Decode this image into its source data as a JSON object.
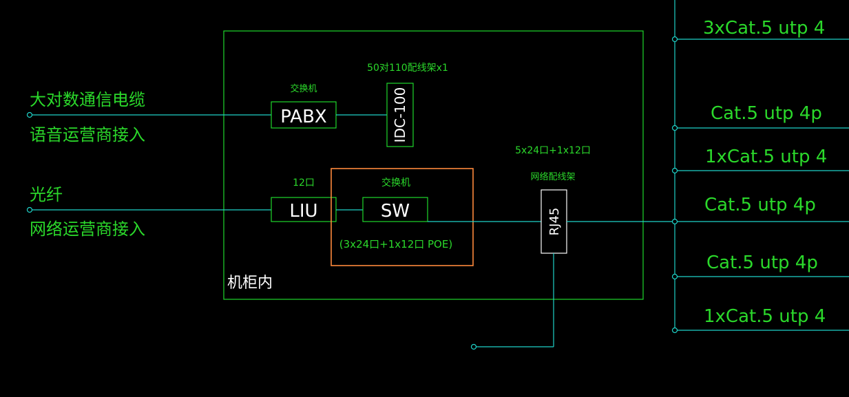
{
  "left_inputs": {
    "voice_line1": "大对数通信电缆",
    "voice_line2": "语音运营商接入",
    "fiber_line1": "光纤",
    "fiber_line2": "网络运营商接入"
  },
  "cabinet": {
    "label": "机柜内"
  },
  "pabx": {
    "caption": "交换机",
    "label": "PABX"
  },
  "idc": {
    "caption": "50对110配线架x1",
    "label": "IDC-100"
  },
  "liu": {
    "caption": "12口",
    "label": "LIU"
  },
  "switch": {
    "caption": "交换机",
    "label": "SW",
    "spec": "(3x24口+1x12口 POE)"
  },
  "rj45": {
    "caption_top": "5x24口+1x12口",
    "caption": "网络配线架",
    "label": "RJ45"
  },
  "outputs": [
    "3xCat.5  utp 4",
    "Cat.5  utp 4p",
    "1xCat.5  utp 4",
    "Cat.5  utp 4p",
    "Cat.5  utp 4p",
    "1xCat.5  utp 4"
  ],
  "colors": {
    "text_green": "#2bd92b",
    "wire_cyan": "#1fd3c9",
    "frame_green": "#1fd92b",
    "highlight_orange": "#ff8a3d",
    "background": "#000000"
  }
}
